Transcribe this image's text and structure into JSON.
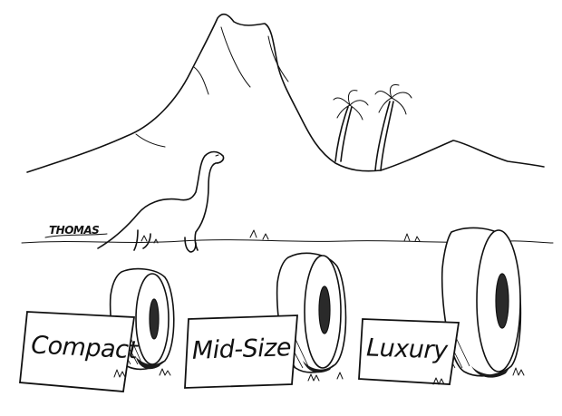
{
  "signs": {
    "compact": "Compact",
    "midsize": "Mid-Size",
    "luxury": "Luxury"
  },
  "signature": "THOMAS"
}
